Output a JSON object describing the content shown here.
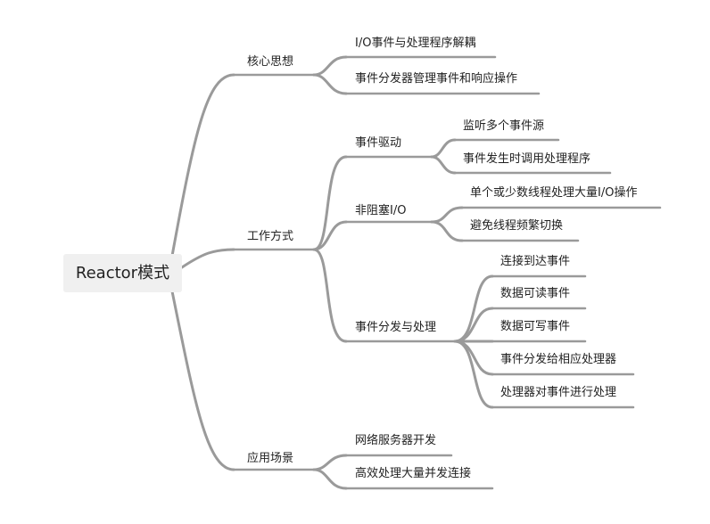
{
  "root": "Reactor模式",
  "branches": [
    {
      "label": "核心思想",
      "children": [
        {
          "label": "I/O事件与处理程序解耦"
        },
        {
          "label": "事件分发器管理事件和响应操作"
        }
      ]
    },
    {
      "label": "工作方式",
      "children": [
        {
          "label": "事件驱动",
          "children": [
            {
              "label": "监听多个事件源"
            },
            {
              "label": "事件发生时调用处理程序"
            }
          ]
        },
        {
          "label": "非阻塞I/O",
          "children": [
            {
              "label": "单个或少数线程处理大量I/O操作"
            },
            {
              "label": "避免线程频繁切换"
            }
          ]
        },
        {
          "label": "事件分发与处理",
          "children": [
            {
              "label": "连接到达事件"
            },
            {
              "label": "数据可读事件"
            },
            {
              "label": "数据可写事件"
            },
            {
              "label": "事件分发给相应处理器"
            },
            {
              "label": "处理器对事件进行处理"
            }
          ]
        }
      ]
    },
    {
      "label": "应用场景",
      "children": [
        {
          "label": "网络服务器开发"
        },
        {
          "label": "高效处理大量并发连接"
        }
      ]
    }
  ]
}
